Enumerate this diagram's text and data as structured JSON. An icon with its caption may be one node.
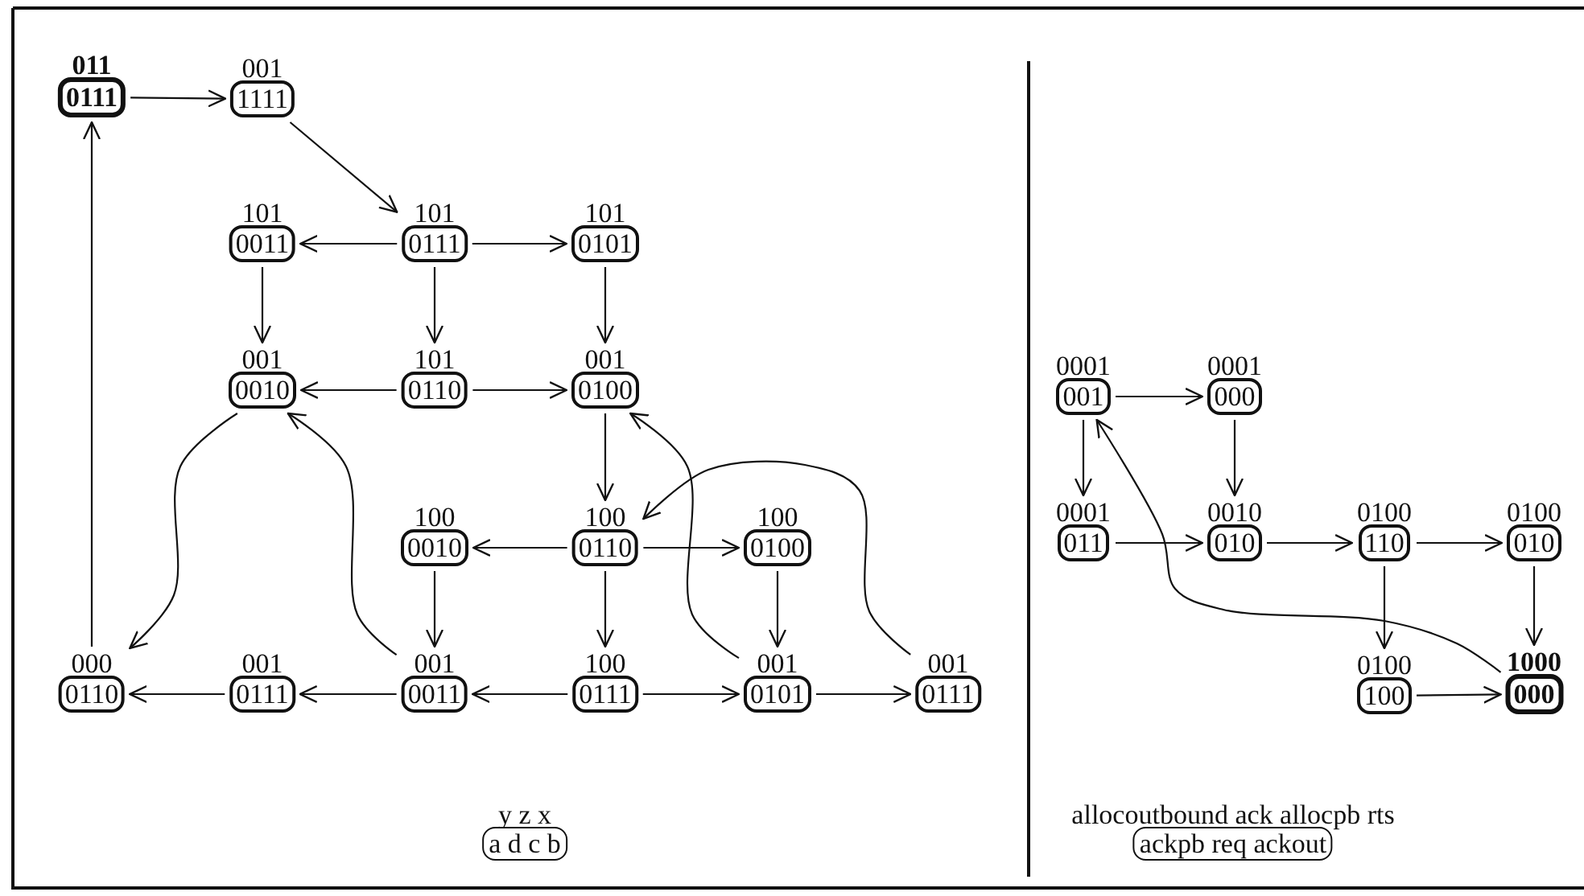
{
  "diagram": {
    "nodes": [
      {
        "text": [
          "011",
          "0111"
        ]
      },
      {
        "text": [
          "001",
          "1111"
        ]
      },
      {
        "text": [
          "101",
          "0011"
        ]
      },
      {
        "text": [
          "101",
          "0111"
        ]
      },
      {
        "text": [
          "101",
          "0101"
        ]
      },
      {
        "text": [
          "001",
          "0010"
        ]
      },
      {
        "text": [
          "101",
          "0110"
        ]
      },
      {
        "text": [
          "001",
          "0100"
        ]
      },
      {
        "text": [
          "100",
          "0010"
        ]
      },
      {
        "text": [
          "100",
          "0110"
        ]
      },
      {
        "text": [
          "100",
          "0100"
        ]
      },
      {
        "text": [
          "000",
          "0110"
        ]
      },
      {
        "text": [
          "001",
          "0111"
        ]
      },
      {
        "text": [
          "001",
          "0011"
        ]
      },
      {
        "text": [
          "100",
          "0111"
        ]
      },
      {
        "text": [
          "001",
          "0101"
        ]
      },
      {
        "text": [
          "001",
          "0111"
        ]
      },
      {
        "text": [
          "y z x",
          "a d c b"
        ]
      },
      {
        "text": [
          "0001",
          "001"
        ]
      },
      {
        "text": [
          "0001",
          "000"
        ]
      },
      {
        "text": [
          "0001",
          "011"
        ]
      },
      {
        "text": [
          "0010",
          "010"
        ]
      },
      {
        "text": [
          "0100",
          "110"
        ]
      },
      {
        "text": [
          "0100",
          "010"
        ]
      },
      {
        "text": [
          "0100",
          "100"
        ]
      },
      {
        "text": [
          "1000",
          "000"
        ]
      },
      {
        "text": [
          "allocoutbound ack allocpb rts",
          "ackpb req ackout"
        ]
      }
    ],
    "edges": [
      {
        "from": 0,
        "to": 1,
        "arrow": "to"
      },
      {
        "from": 1,
        "to": 3,
        "arrow": "to"
      },
      {
        "from": 3,
        "to": 2,
        "arrow": "to"
      },
      {
        "from": 3,
        "to": 4,
        "arrow": "to"
      },
      {
        "from": 2,
        "to": 5,
        "arrow": "to"
      },
      {
        "from": 3,
        "to": 6,
        "arrow": "to"
      },
      {
        "from": 4,
        "to": 7,
        "arrow": "to"
      },
      {
        "from": 6,
        "to": 5,
        "arrow": "to"
      },
      {
        "from": 6,
        "to": 7,
        "arrow": "to"
      },
      {
        "from": 7,
        "to": 9,
        "arrow": "to"
      },
      {
        "from": 9,
        "to": 8,
        "arrow": "to"
      },
      {
        "from": 9,
        "to": 10,
        "arrow": "to"
      },
      {
        "from": 9,
        "to": 14,
        "arrow": "to"
      },
      {
        "from": 8,
        "to": 13,
        "arrow": "to"
      },
      {
        "from": 10,
        "to": 15,
        "arrow": "to"
      },
      {
        "from": 14,
        "to": 13,
        "arrow": "to"
      },
      {
        "from": 14,
        "to": 15,
        "arrow": "to"
      },
      {
        "from": 15,
        "to": 16,
        "arrow": "to"
      },
      {
        "from": 13,
        "to": 12,
        "arrow": "to"
      },
      {
        "from": 12,
        "to": 11,
        "arrow": "to"
      },
      {
        "from": 11,
        "to": 0,
        "arrow": "to"
      },
      {
        "from": 5,
        "to": 11,
        "arrow": "to"
      },
      {
        "from": 13,
        "to": 5,
        "arrow": "to"
      },
      {
        "from": 15,
        "to": 7,
        "arrow": "to"
      },
      {
        "from": 16,
        "to": 9,
        "arrow": "to"
      },
      {
        "from": 18,
        "to": 19,
        "arrow": "to"
      },
      {
        "from": 18,
        "to": 20,
        "arrow": "to"
      },
      {
        "from": 19,
        "to": 21,
        "arrow": "to"
      },
      {
        "from": 20,
        "to": 21,
        "arrow": "to"
      },
      {
        "from": 21,
        "to": 22,
        "arrow": "to"
      },
      {
        "from": 22,
        "to": 23,
        "arrow": "to"
      },
      {
        "from": 22,
        "to": 24,
        "arrow": "to"
      },
      {
        "from": 23,
        "to": 25,
        "arrow": "to"
      },
      {
        "from": 24,
        "to": 25,
        "arrow": "to"
      },
      {
        "from": 25,
        "to": 18,
        "arrow": "to"
      }
    ]
  }
}
